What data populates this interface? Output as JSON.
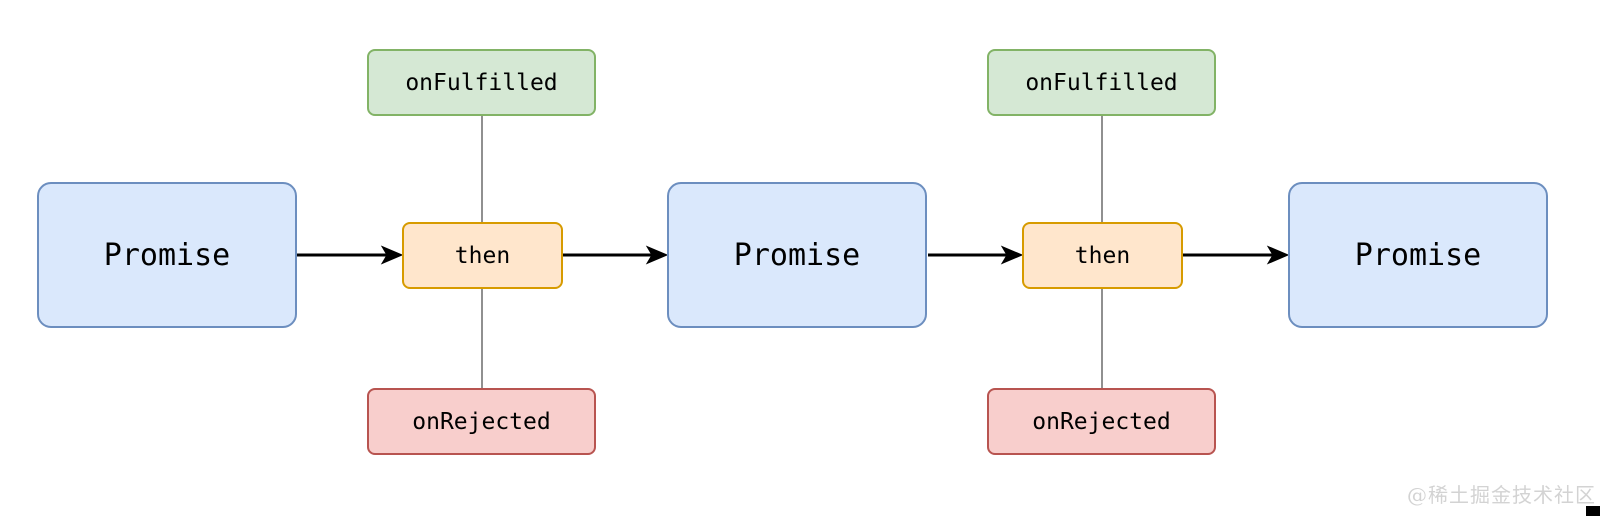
{
  "diagram": {
    "title": "promise-then-chain",
    "nodes": [
      {
        "id": "promise-1",
        "type": "promise",
        "label": "Promise"
      },
      {
        "id": "then-1",
        "type": "then",
        "label": "then"
      },
      {
        "id": "promise-2",
        "type": "promise",
        "label": "Promise"
      },
      {
        "id": "then-2",
        "type": "then",
        "label": "then"
      },
      {
        "id": "promise-3",
        "type": "promise",
        "label": "Promise"
      },
      {
        "id": "onfulfilled-1",
        "type": "fulfilled",
        "label": "onFulfilled"
      },
      {
        "id": "onrejected-1",
        "type": "rejected",
        "label": "onRejected"
      },
      {
        "id": "onfulfilled-2",
        "type": "fulfilled",
        "label": "onFulfilled"
      },
      {
        "id": "onrejected-2",
        "type": "rejected",
        "label": "onRejected"
      }
    ],
    "edges": [
      {
        "from": "promise-1",
        "to": "then-1",
        "style": "arrow"
      },
      {
        "from": "then-1",
        "to": "promise-2",
        "style": "arrow"
      },
      {
        "from": "promise-2",
        "to": "then-2",
        "style": "arrow"
      },
      {
        "from": "then-2",
        "to": "promise-3",
        "style": "arrow"
      },
      {
        "from": "onfulfilled-1",
        "to": "onrejected-1",
        "style": "plain-line-through-then-1"
      },
      {
        "from": "onfulfilled-2",
        "to": "onrejected-2",
        "style": "plain-line-through-then-2"
      }
    ],
    "colors": {
      "background": "#ffffff",
      "promise_fill": "#dae8fc",
      "promise_stroke": "#6c8ebf",
      "then_fill": "#ffe6cc",
      "then_stroke": "#d79b00",
      "fulfilled_fill": "#d5e8d4",
      "fulfilled_stroke": "#82b366",
      "rejected_fill": "#f8cecc",
      "rejected_stroke": "#b85450",
      "arrow": "#000000",
      "connector_line": "#909090",
      "text": "#000000"
    }
  },
  "watermark": {
    "text": "@稀土掘金技术社区",
    "color": "#d3d3d3"
  }
}
